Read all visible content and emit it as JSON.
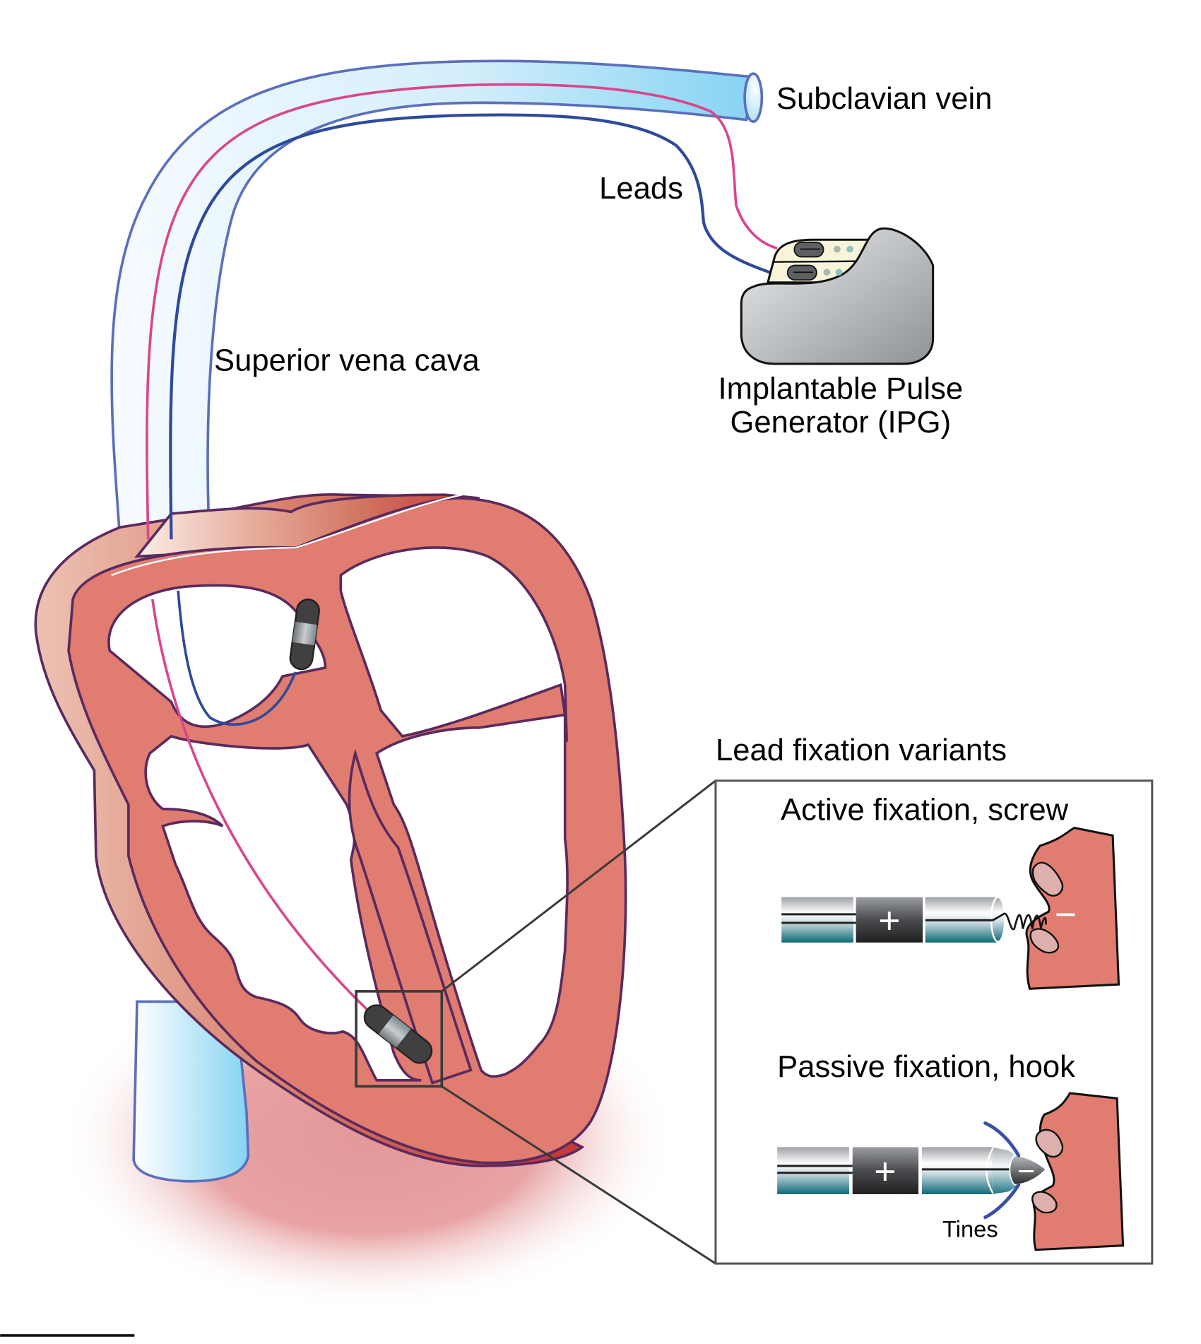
{
  "figure": {
    "title": "Pacemaker lead placement diagram"
  },
  "labels": {
    "subclavian_vein": "Subclavian vein",
    "leads": "Leads",
    "superior_vena_cava": "Superior vena cava",
    "ipg_line1": "Implantable Pulse",
    "ipg_line2": "Generator (IPG)",
    "inset_title": "Lead fixation variants",
    "active_title": "Active fixation, screw",
    "passive_title": "Passive fixation, hook",
    "tines": "Tines",
    "plus_sign": "+",
    "minus_sign": "−"
  },
  "colors": {
    "vessel_stroke": "#5b6fbc",
    "vessel_fill_light": "#f3faff",
    "vessel_fill_dark": "#86d3f3",
    "lead_pink": "#d9468c",
    "lead_blue": "#2e4a9b",
    "myocardium": "#e07c70",
    "myocardium_outline": "#5a2a5e",
    "epicardium_dark": "#c0393a",
    "tissue_inner": "#deb0ad",
    "ipg_gray": "#b9bcc0",
    "ipg_header": "#f7f4d9",
    "lead_teal": "#166f7d",
    "inset_frame": "#555555"
  }
}
